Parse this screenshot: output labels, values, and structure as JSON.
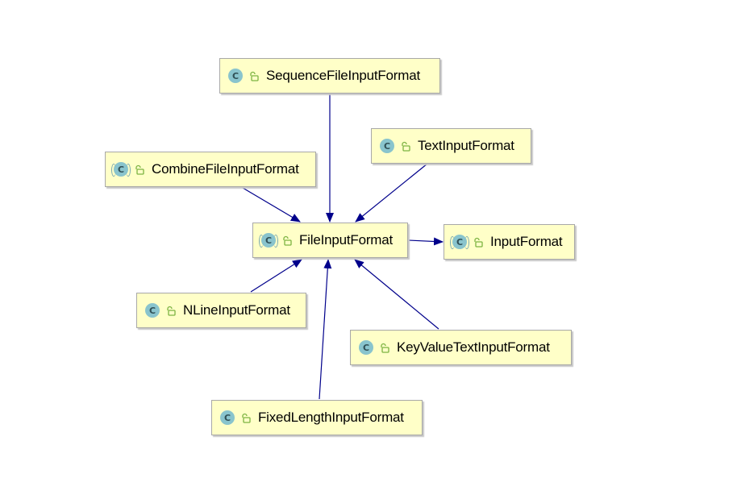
{
  "diagram": {
    "colors": {
      "node_fill": "#ffffc8",
      "node_border": "#a8a8a8",
      "class_icon": "#89c4cd",
      "visibility_icon": "#7cb342",
      "edge": "#00008b"
    },
    "icon_names": {
      "class": "class-icon",
      "abstract_class": "abstract-class-icon",
      "visibility": "public-visibility-icon"
    },
    "class_icon_letter": "C",
    "nodes": [
      {
        "id": "sequencefileinputformat",
        "label": "SequenceFileInputFormat",
        "abstract": false
      },
      {
        "id": "textinputformat",
        "label": "TextInputFormat",
        "abstract": false
      },
      {
        "id": "combinefileinputformat",
        "label": "CombineFileInputFormat",
        "abstract": true
      },
      {
        "id": "fileinputformat",
        "label": "FileInputFormat",
        "abstract": true
      },
      {
        "id": "inputformat",
        "label": "InputFormat",
        "abstract": true
      },
      {
        "id": "nlineinputformat",
        "label": "NLineInputFormat",
        "abstract": false
      },
      {
        "id": "keyvaluetextinputformat",
        "label": "KeyValueTextInputFormat",
        "abstract": false
      },
      {
        "id": "fixedlengthinputformat",
        "label": "FixedLengthInputFormat",
        "abstract": false
      }
    ],
    "edges": [
      {
        "from": "sequencefileinputformat",
        "to": "fileinputformat",
        "relation": "extends"
      },
      {
        "from": "textinputformat",
        "to": "fileinputformat",
        "relation": "extends"
      },
      {
        "from": "combinefileinputformat",
        "to": "fileinputformat",
        "relation": "extends"
      },
      {
        "from": "nlineinputformat",
        "to": "fileinputformat",
        "relation": "extends"
      },
      {
        "from": "keyvaluetextinputformat",
        "to": "fileinputformat",
        "relation": "extends"
      },
      {
        "from": "fixedlengthinputformat",
        "to": "fileinputformat",
        "relation": "extends"
      },
      {
        "from": "fileinputformat",
        "to": "inputformat",
        "relation": "extends"
      }
    ]
  }
}
